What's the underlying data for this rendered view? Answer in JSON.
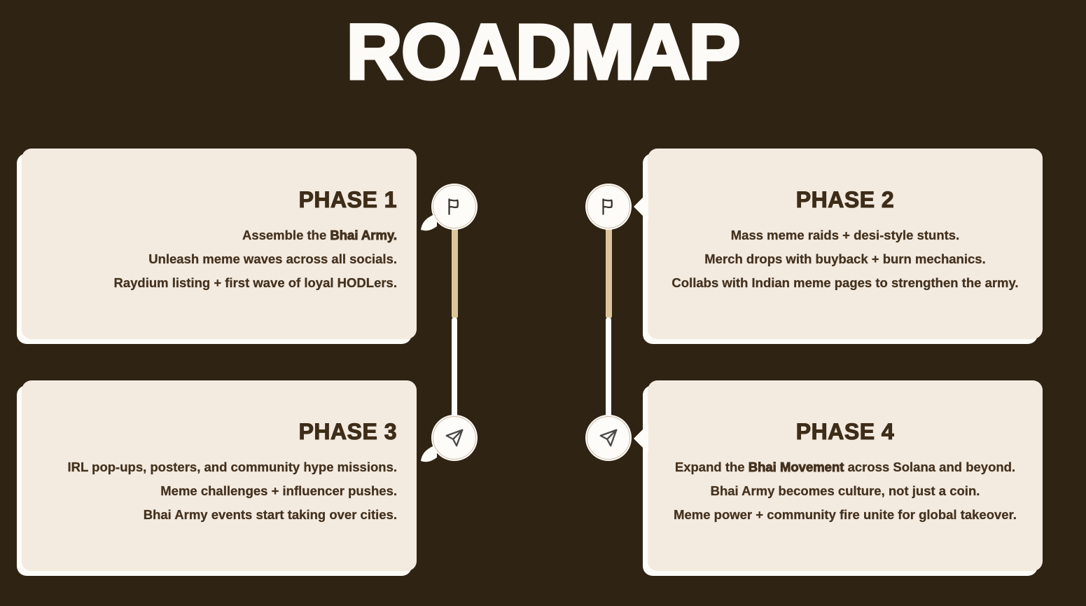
{
  "title": "ROADMAP",
  "theme": {
    "background": "#2f2314",
    "card_background": "#f3eae0",
    "card_shadow": "#fdfcf8",
    "title_color": "#fcfbf7",
    "heading_color": "#3e2d18",
    "body_color": "#44321e",
    "timeline_tan": "#dbc69c",
    "timeline_white": "#fdfcf8"
  },
  "cards": [
    {
      "title": "PHASE 1",
      "align": "right",
      "lines": [
        {
          "pre": "Assemble the ",
          "strong": "Bhai Army."
        },
        {
          "pre": "Unleash meme waves across all socials."
        },
        {
          "pre": "Raydium listing + first wave of loyal HODLers."
        }
      ]
    },
    {
      "title": "PHASE 2",
      "align": "center",
      "lines": [
        {
          "pre": "Mass meme raids + desi-style stunts."
        },
        {
          "pre": "Merch drops with buyback + burn mechanics."
        },
        {
          "pre": "Collabs with Indian meme pages to strengthen the army."
        }
      ]
    },
    {
      "title": "PHASE 3",
      "align": "right",
      "lines": [
        {
          "pre": "IRL pop-ups, posters, and community hype missions."
        },
        {
          "pre": "Meme challenges + influencer pushes."
        },
        {
          "pre": "Bhai Army events start taking over cities."
        }
      ]
    },
    {
      "title": "PHASE 4",
      "align": "center",
      "lines": [
        {
          "pre": "Expand the ",
          "strong": "Bhai Movement",
          "post": " across Solana and beyond."
        },
        {
          "pre": "Bhai Army becomes culture, not just a coin."
        },
        {
          "pre": "Meme power + community fire unite for global takeover."
        }
      ]
    }
  ],
  "timeline": {
    "top_marker_icon": "flag-icon",
    "bottom_marker_icon": "paper-plane-icon"
  }
}
